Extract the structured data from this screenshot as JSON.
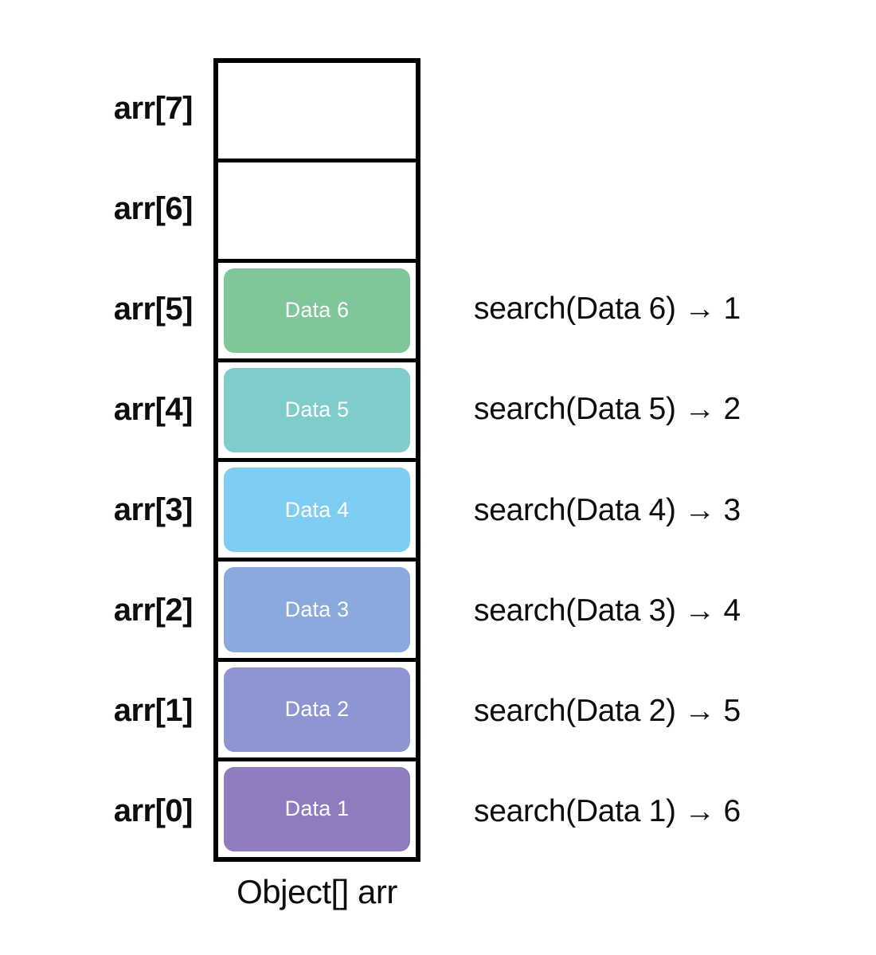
{
  "diagram": {
    "caption": "Object[] arr",
    "array_label_prefix": "arr",
    "cells": [
      {
        "index_label": "arr[7]",
        "index": 7,
        "value": "",
        "filled": false,
        "color": "",
        "annotation": ""
      },
      {
        "index_label": "arr[6]",
        "index": 6,
        "value": "",
        "filled": false,
        "color": "",
        "annotation": ""
      },
      {
        "index_label": "arr[5]",
        "index": 5,
        "value": "Data 6",
        "filled": true,
        "color": "#7fc79b",
        "annotation": "search(Data 6) → 1"
      },
      {
        "index_label": "arr[4]",
        "index": 4,
        "value": "Data 5",
        "filled": true,
        "color": "#7ecdcb",
        "annotation": "search(Data 5) → 2"
      },
      {
        "index_label": "arr[3]",
        "index": 3,
        "value": "Data 4",
        "filled": true,
        "color": "#7ecdf2",
        "annotation": "search(Data 4) → 3"
      },
      {
        "index_label": "arr[2]",
        "index": 2,
        "value": "Data 3",
        "filled": true,
        "color": "#8aa9dc",
        "annotation": "search(Data 3) → 4"
      },
      {
        "index_label": "arr[1]",
        "index": 1,
        "value": "Data 2",
        "filled": true,
        "color": "#8d95d2",
        "annotation": "search(Data 2) → 5"
      },
      {
        "index_label": "arr[0]",
        "index": 0,
        "value": "Data 1",
        "filled": true,
        "color": "#8f7cbe",
        "annotation": "search(Data 1) → 6"
      }
    ],
    "colors": {
      "border": "#000000",
      "background": "#ffffff",
      "text": "#0d0d0d",
      "chip_text": "#ffffff"
    }
  }
}
